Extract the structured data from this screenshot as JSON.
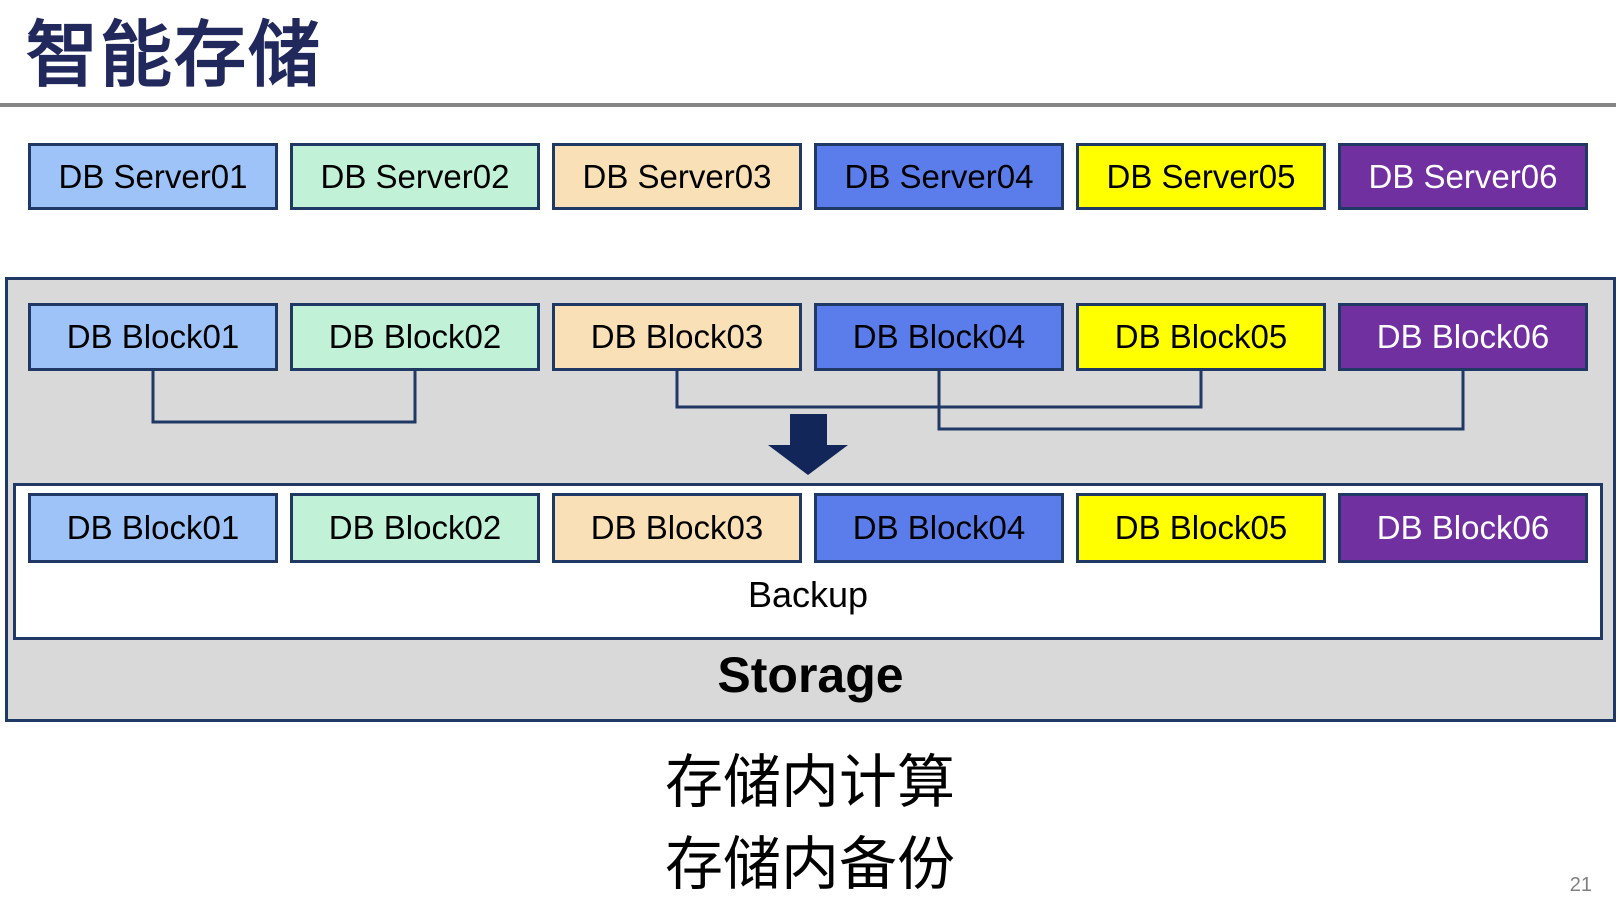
{
  "slide": {
    "title": "智能存储",
    "page_number": "21",
    "captions": [
      "存储内计算",
      "存储内备份"
    ]
  },
  "server_row": [
    {
      "label": "DB Server01",
      "fill": "#9DC3F8",
      "text_color": "#000000"
    },
    {
      "label": "DB Server02",
      "fill": "#C1F1D7",
      "text_color": "#000000"
    },
    {
      "label": "DB Server03",
      "fill": "#F9E0B6",
      "text_color": "#000000"
    },
    {
      "label": "DB Server04",
      "fill": "#5B7DEB",
      "text_color": "#000000"
    },
    {
      "label": "DB Server05",
      "fill": "#FFFF00",
      "text_color": "#000000"
    },
    {
      "label": "DB Server06",
      "fill": "#7030A0",
      "text_color": "#FFFFFF"
    }
  ],
  "block_row_upper": [
    {
      "label": "DB Block01",
      "fill": "#9DC3F8",
      "text_color": "#000000"
    },
    {
      "label": "DB Block02",
      "fill": "#C1F1D7",
      "text_color": "#000000"
    },
    {
      "label": "DB Block03",
      "fill": "#F9E0B6",
      "text_color": "#000000"
    },
    {
      "label": "DB Block04",
      "fill": "#5B7DEB",
      "text_color": "#000000"
    },
    {
      "label": "DB Block05",
      "fill": "#FFFF00",
      "text_color": "#000000"
    },
    {
      "label": "DB Block06",
      "fill": "#7030A0",
      "text_color": "#FFFFFF"
    }
  ],
  "block_row_lower": [
    {
      "label": "DB Block01",
      "fill": "#9DC3F8",
      "text_color": "#000000"
    },
    {
      "label": "DB Block02",
      "fill": "#C1F1D7",
      "text_color": "#000000"
    },
    {
      "label": "DB Block03",
      "fill": "#F9E0B6",
      "text_color": "#000000"
    },
    {
      "label": "DB Block04",
      "fill": "#5B7DEB",
      "text_color": "#000000"
    },
    {
      "label": "DB Block05",
      "fill": "#FFFF00",
      "text_color": "#000000"
    },
    {
      "label": "DB Block06",
      "fill": "#7030A0",
      "text_color": "#FFFFFF"
    }
  ],
  "storage": {
    "backup_label": "Backup",
    "storage_label": "Storage"
  },
  "colors": {
    "title": "#20285C",
    "title_rule": "#868686",
    "box_border": "#1F3864",
    "container_fill": "#D9D9D9",
    "connector": "#1F3864",
    "arrow": "#12265A",
    "page_number": "#808080"
  }
}
